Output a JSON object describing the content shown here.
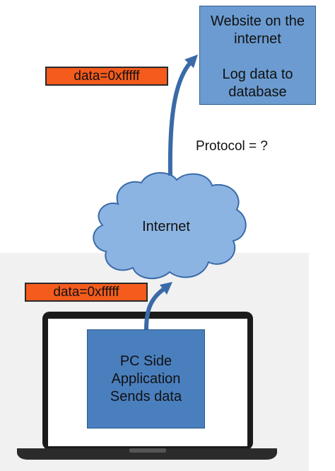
{
  "website": {
    "title": "Website on the\ninternet",
    "action": "Log data to\ndatabase"
  },
  "data_tags": {
    "top": "data=0xfffff",
    "bottom": "data=0xfffff"
  },
  "protocol_label": "Protocol = ?",
  "cloud_label": "Internet",
  "app": {
    "label": "PC Side\nApplication\nSends data"
  },
  "colors": {
    "website_box": "#6b9bd0",
    "app_box": "#4a7fbe",
    "cloud": "#8cb4e2",
    "data_tag": "#f45b1c",
    "arrow": "#3a6aa8",
    "laptop_bezel": "#1b1b1b",
    "laptop_screen": "#ffffff",
    "background_panel": "#f1f1f1"
  }
}
